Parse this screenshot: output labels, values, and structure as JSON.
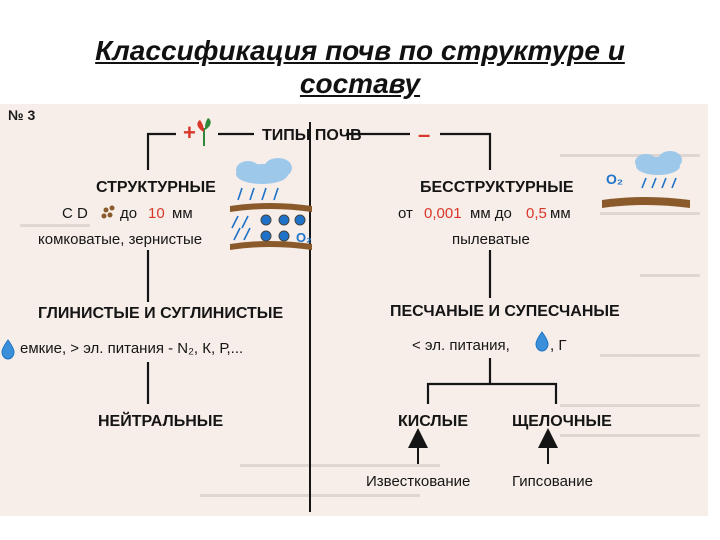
{
  "title_line1": "Классификация почв по структуре и",
  "title_line2": "составу",
  "diagram": {
    "number": "№ 3",
    "root": "ТИПЫ ПОЧВ",
    "plus_sign": "+",
    "minus_sign": "–",
    "left": {
      "header": "СТРУКТУРНЫЕ",
      "size_prefix": "С  D",
      "size_mid": "до",
      "size_value": "10",
      "size_unit": "мм",
      "desc": "комковатые, зернистые",
      "o2_label": "O₂",
      "child": "ГЛИНИСТЫЕ И СУГЛИНИСТЫЕ",
      "child_desc": "емкие, > эл. питания - N₂, К, Р,...",
      "leaf": "НЕЙТРАЛЬНЫЕ"
    },
    "right": {
      "header": "БЕССТРУКТУРНЫЕ",
      "size_from": "от",
      "size_value1": "0,001",
      "size_mid": "мм до",
      "size_value2": "0,5",
      "size_unit": "мм",
      "desc": "пылеватые",
      "o2_label": "O₂",
      "child": "ПЕСЧАНЫЕ И СУПЕСЧАНЫЕ",
      "child_desc": "< эл. питания,",
      "child_suffix": ", Г",
      "leaf_left": "КИСЛЫЕ",
      "leaf_right": "ЩЕЛОЧНЫЕ",
      "arrow_left_label": "Известкование",
      "arrow_right_label": "Гипсование"
    }
  },
  "colors": {
    "ink": "#151515",
    "accent_red": "#d8372a",
    "water_blue": "#1e73c8",
    "soil_brown": "#8a5a2b",
    "panel_bg": "#f7eee9"
  }
}
